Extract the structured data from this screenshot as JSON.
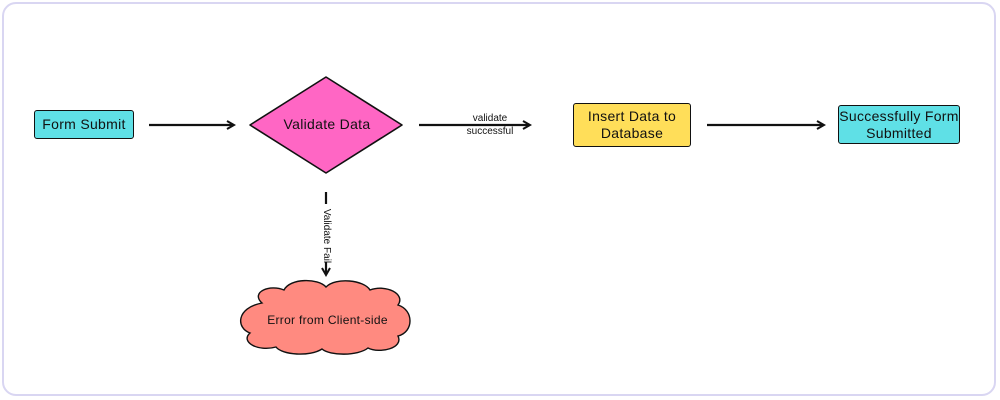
{
  "nodes": {
    "form_submit": "Form Submit",
    "validate_data": "Validate Data",
    "insert_data": "Insert Data to Database",
    "success": "Successfully Form Submitted",
    "error": "Error from Client-side"
  },
  "edges": {
    "validate_success": "validate successful",
    "validate_fail": "Validate Fail"
  },
  "colors": {
    "cyan": "#5fe0e6",
    "pink": "#ff66c4",
    "yellow": "#ffde59",
    "salmon": "#ff8a80",
    "border": "#d9d6f2"
  }
}
